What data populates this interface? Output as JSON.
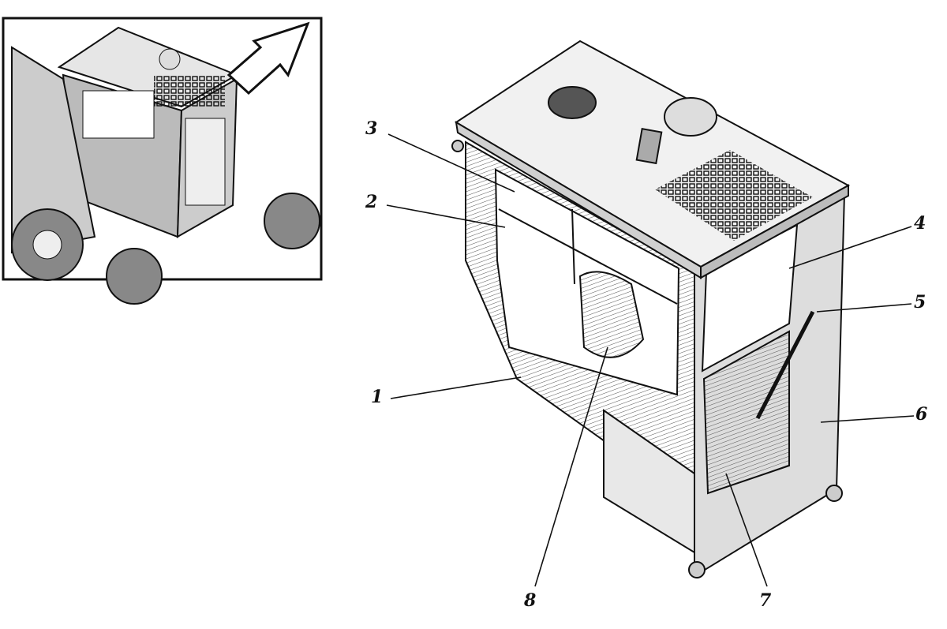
{
  "labels": [
    {
      "id": "1",
      "text": "1"
    },
    {
      "id": "2",
      "text": "2"
    },
    {
      "id": "3",
      "text": "3"
    },
    {
      "id": "4",
      "text": "4"
    },
    {
      "id": "5",
      "text": "5"
    },
    {
      "id": "6",
      "text": "6"
    },
    {
      "id": "7",
      "text": "7"
    },
    {
      "id": "8",
      "text": "8"
    }
  ],
  "colors": {
    "ink": "#111111",
    "shade": "#cfcfcf",
    "paper": "#ffffff"
  }
}
